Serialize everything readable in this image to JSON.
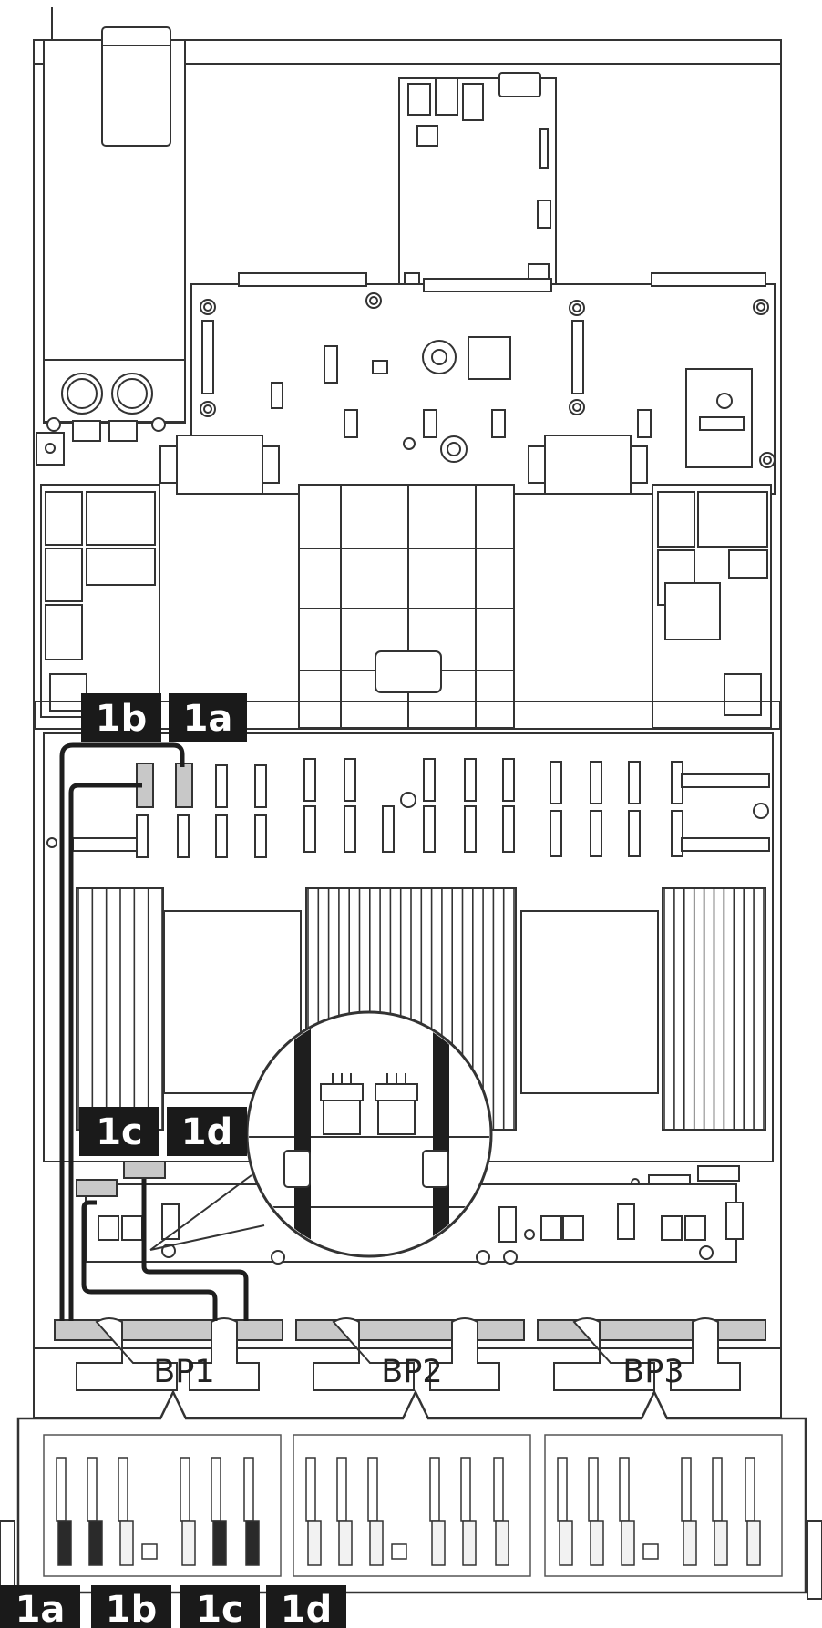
{
  "callouts": {
    "c1a_top": "1a",
    "c1b_top": "1b",
    "c1c_mid": "1c",
    "c1d_mid": "1d",
    "c1a_bottom": "1a",
    "c1b_bottom": "1b",
    "c1c_bottom": "1c",
    "c1d_bottom": "1d"
  },
  "backplanes": [
    "BP1",
    "BP2",
    "BP3"
  ],
  "colors": {
    "line": "#333333",
    "fill": "#ffffff",
    "gray": "#c8c8c8",
    "cable": "#1e1e1e",
    "callout_bg": "#1a1a1a"
  },
  "icons": {
    "cable": "cable-icon",
    "connector": "connector-icon",
    "magnifier": "zoom-detail-icon"
  }
}
